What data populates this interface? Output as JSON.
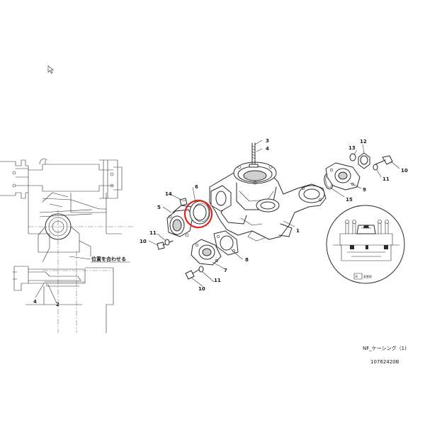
{
  "callouts": {
    "c1": "1",
    "c2": "2",
    "c3": "3",
    "c4": "4",
    "c5": "5",
    "c6": "6",
    "c7": "7",
    "c8": "8",
    "c9": "9",
    "c10a": "10",
    "c10b": "10",
    "c10c": "10",
    "c11a": "11",
    "c11b": "11",
    "c11c": "11",
    "c12": "12",
    "c13": "13",
    "c14": "14",
    "c15": "15",
    "d4": "4",
    "d2": "2"
  },
  "detail_note": "位置を合わせる",
  "inset_tag": "B",
  "inset_note": "変更前",
  "caption": {
    "title": "NF_ケーシング（1)",
    "code": "10762420B"
  },
  "colors": {
    "highlight": "#e0241b",
    "line": "#2a2a2a"
  },
  "icons": {
    "cursor": "mouse-pointer-icon"
  }
}
